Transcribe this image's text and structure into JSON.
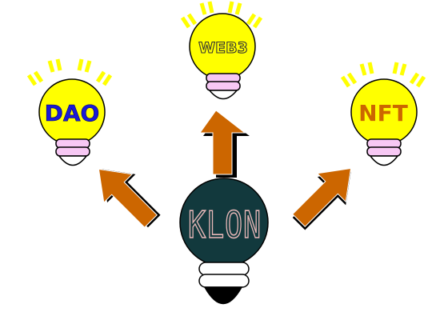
{
  "diagram": {
    "center_label": "KLON",
    "bulbs": [
      {
        "id": "dao",
        "label": "DAO"
      },
      {
        "id": "web3",
        "label": "WEB3"
      },
      {
        "id": "nft",
        "label": "NFT"
      }
    ]
  },
  "colors": {
    "bulb_fill": "#ffff00",
    "bulb_stroke": "#000000",
    "ray": "#ffff00",
    "ring": "#f7c8f4",
    "arrow": "#cc6600",
    "center_bulb": "#12393d",
    "center_text": "#e8b8b8",
    "label_dao": "#1a1ad6",
    "label_web3": "#ffff00",
    "label_nft": "#cc6600"
  }
}
